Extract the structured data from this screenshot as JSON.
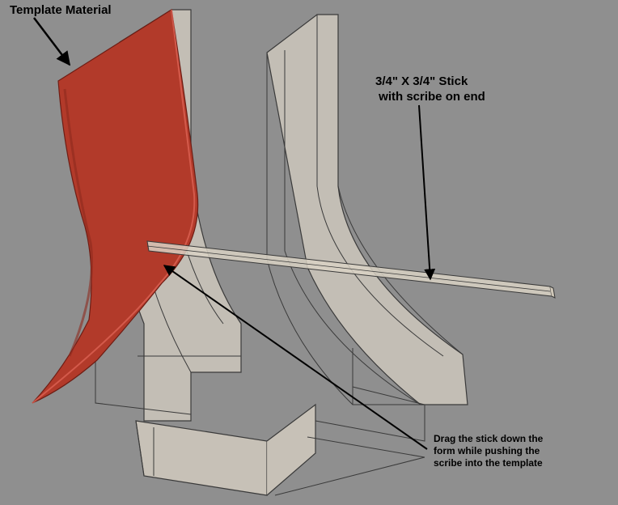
{
  "labels": {
    "template_material": "Template Material",
    "stick_line1": "3/4\" X 3/4\" Stick",
    "stick_line2": " with scribe on end",
    "drag_line1": "Drag the stick down the",
    "drag_line2": "form while pushing the",
    "drag_line3": "scribe into the template"
  },
  "colors": {
    "background": "#8f8f8f",
    "wood_fill": "#d9d2c4",
    "wood_edge": "#3a3a3a",
    "template_red": "#b23a2a",
    "template_red_dark": "#8e2a1e",
    "arrow": "#000000"
  }
}
